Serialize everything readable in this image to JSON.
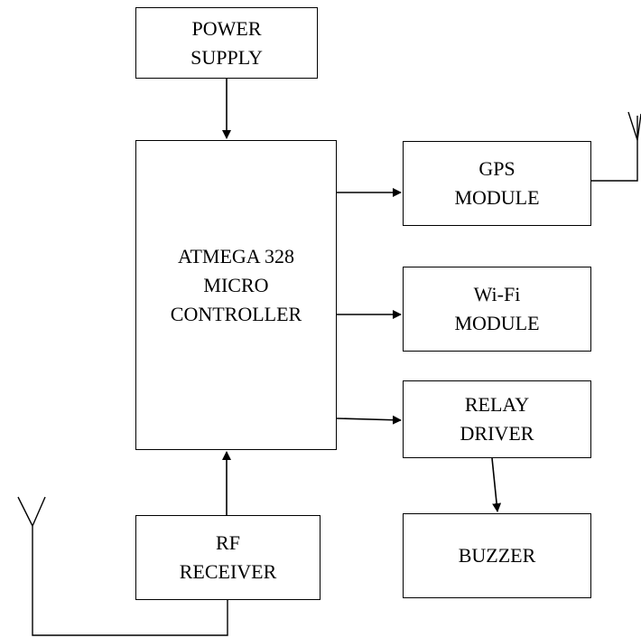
{
  "blocks": {
    "power_supply": [
      "POWER",
      "SUPPLY"
    ],
    "microcontroller": [
      "ATMEGA 328",
      "MICRO",
      "CONTROLLER"
    ],
    "gps_module": [
      "GPS",
      "MODULE"
    ],
    "wifi_module": [
      "Wi-Fi",
      "MODULE"
    ],
    "relay_driver": [
      "RELAY",
      "DRIVER"
    ],
    "buzzer": [
      "BUZZER"
    ],
    "rf_receiver": [
      "RF",
      "RECEIVER"
    ]
  },
  "connections": [
    {
      "from": "power_supply",
      "to": "microcontroller"
    },
    {
      "from": "microcontroller",
      "to": "gps_module"
    },
    {
      "from": "microcontroller",
      "to": "wifi_module"
    },
    {
      "from": "microcontroller",
      "to": "relay_driver"
    },
    {
      "from": "relay_driver",
      "to": "buzzer"
    },
    {
      "from": "rf_receiver",
      "to": "microcontroller"
    }
  ],
  "antennas": [
    "gps_module",
    "rf_receiver"
  ],
  "colors": {
    "stroke": "#000000",
    "background": "#ffffff"
  }
}
